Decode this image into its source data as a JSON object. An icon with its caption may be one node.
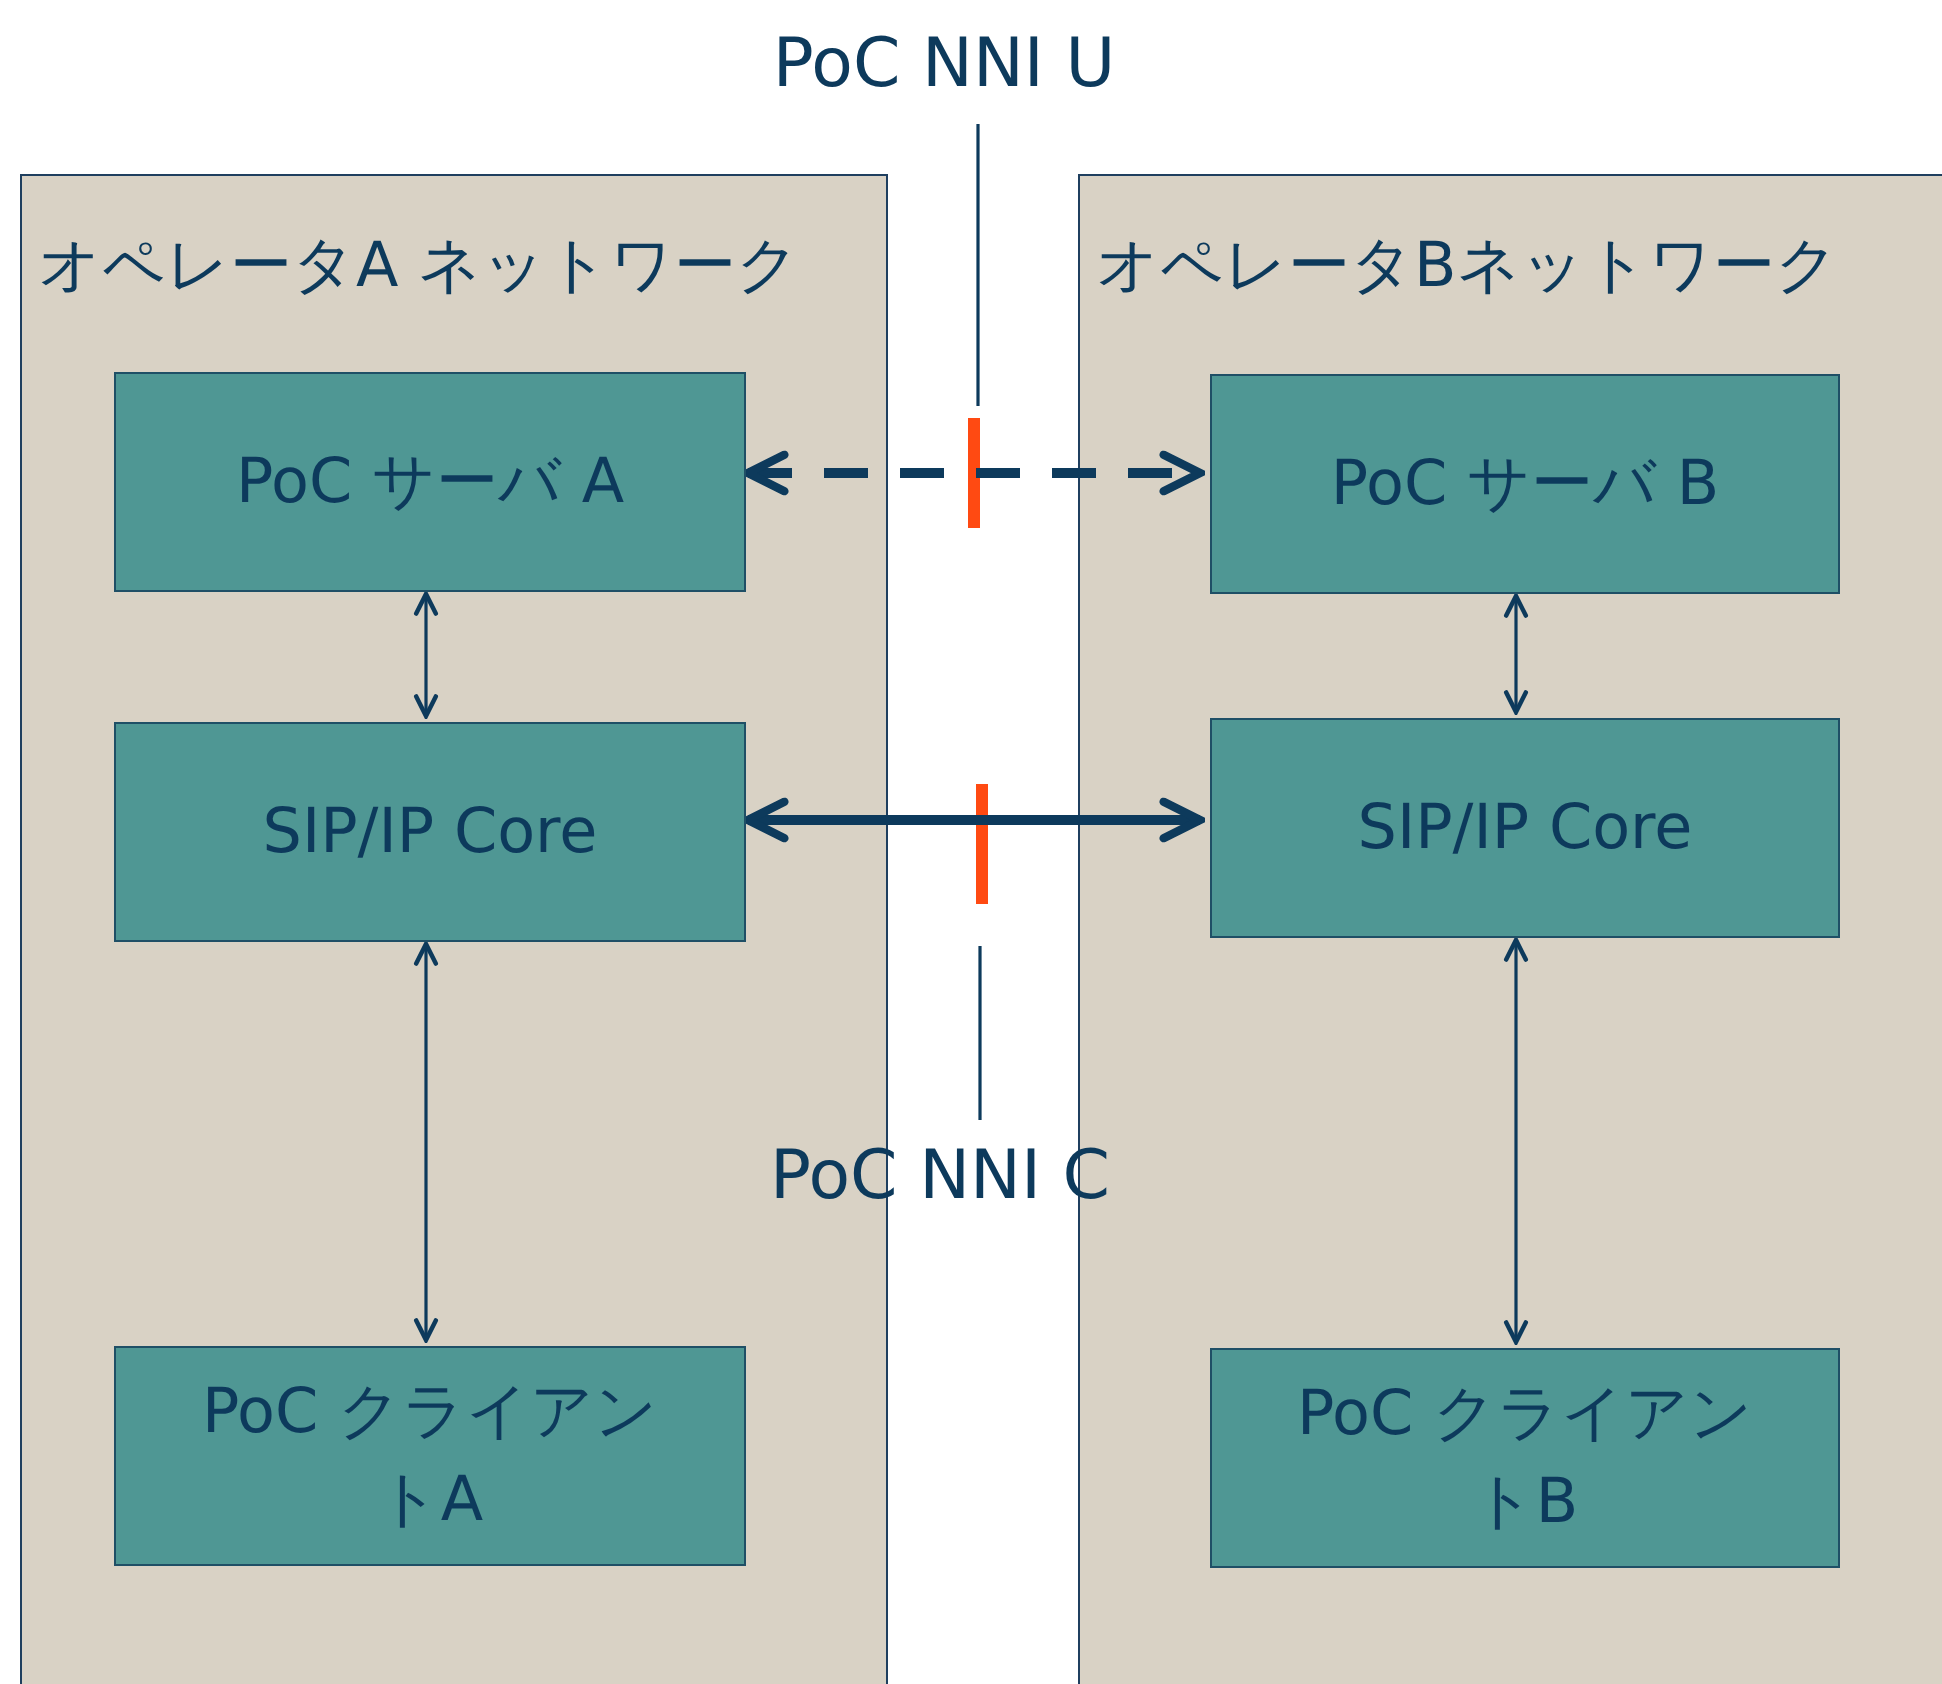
{
  "diagram": {
    "nodes": [
      {
        "text": [
          "オペレータA ネットワーク"
        ]
      },
      {
        "text": [
          "PoC サーバ A"
        ],
        "in": 0
      },
      {
        "text": [
          "SIP/IP Core"
        ],
        "in": 0
      },
      {
        "text": [
          "PoC クライアントA"
        ],
        "in": 0
      },
      {
        "text": [
          "オペレータBネットワーク"
        ]
      },
      {
        "text": [
          "PoC サーバ B"
        ],
        "in": 4
      },
      {
        "text": [
          "SIP/IP Core"
        ],
        "in": 4
      },
      {
        "text": [
          "PoC クライアントB"
        ],
        "in": 4
      },
      {
        "text": [
          "PoC NNI U"
        ]
      },
      {
        "text": [
          "PoC NNI C"
        ]
      }
    ],
    "edges": [
      {
        "from": 1,
        "to": 2,
        "arrow": "both"
      },
      {
        "from": 2,
        "to": 3,
        "arrow": "both"
      },
      {
        "from": 5,
        "to": 6,
        "arrow": "both"
      },
      {
        "from": 6,
        "to": 7,
        "arrow": "both"
      },
      {
        "from": 1,
        "to": 5,
        "arrow": "both",
        "style": "dashed"
      },
      {
        "from": 2,
        "to": 6,
        "arrow": "both",
        "style": "thick"
      },
      {
        "from": 8,
        "to": null,
        "arrow": "none"
      },
      {
        "from": 9,
        "to": null,
        "arrow": "none"
      }
    ]
  }
}
